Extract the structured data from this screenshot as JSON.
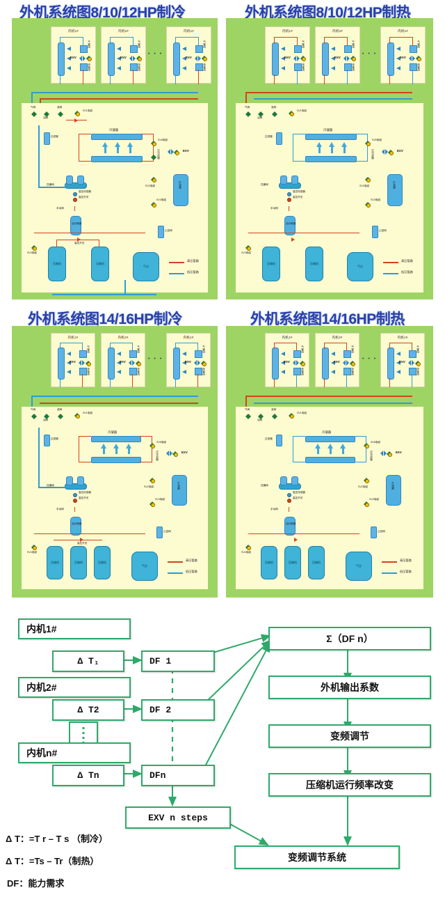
{
  "titles": {
    "cool_8_12": "外机系统图8/10/12HP制冷",
    "heat_8_12": "外机系统图8/10/12HP制热",
    "cool_14_16": "外机系统图14/16HP制冷",
    "heat_14_16": "外机系统图14/16HP制热"
  },
  "schematic": {
    "indoor_units": [
      "内机1#",
      "内机2#",
      "内机n#"
    ],
    "ellipsis": "• • •",
    "exv_label": "EXV",
    "indoor_pipe_labels": [
      "气管阀",
      "液管阀"
    ],
    "outdoor_labels": {
      "gas_valve": "气阀",
      "oil_valve": "油阀",
      "liquid_valve": "液阀",
      "sv1": "SV1电磁",
      "filter": "过滤器",
      "condenser": "冷凝器",
      "sv6": "SV6电磁",
      "sv5": "SV5电磁",
      "sv2": "SV2电磁",
      "sv3": "SV3电磁",
      "sv4": "SV4电磁",
      "exv": "EXV",
      "subcooler": "过冷却器",
      "four_way": "四通阀",
      "high_press_sensor": "高压传感器",
      "high_press_switch": "高压开关",
      "manual_valve": "手动阀",
      "oil_separator": "油分离器",
      "high_press_switch2": "高压开关",
      "compressor": "压缩机",
      "accumulator": "气分",
      "check_valve": "止回阀",
      "receiver": "贮液器"
    },
    "legend": [
      {
        "label": "高压管路",
        "color": "#D1441E"
      },
      {
        "label": "低压管路",
        "color": "#2E9BD6"
      }
    ],
    "compressor_count_8_12": 2,
    "compressor_count_14_16": 3
  },
  "flowchart": {
    "indoor_nodes": [
      "内机1#",
      "内机2#",
      "内机n#"
    ],
    "delta_nodes": [
      "Δ T₁",
      "Δ T2",
      "Δ Tn"
    ],
    "df_nodes": [
      "DF  1",
      "DF  2",
      "DFn"
    ],
    "exv_node": "EXV n steps",
    "sum_node": "Σ（DF  n）",
    "coef_node": "外机输出系数",
    "vfd_node": "变频调节",
    "comp_node": "压缩机运行频率改变",
    "system_node": "变频调节系统",
    "legend_lines": [
      "Δ T：=T r  – T s （制冷）",
      "Δ T：=Ts – Tr（制热）",
      "DF：能力需求"
    ],
    "accent": "#2EA96A"
  }
}
